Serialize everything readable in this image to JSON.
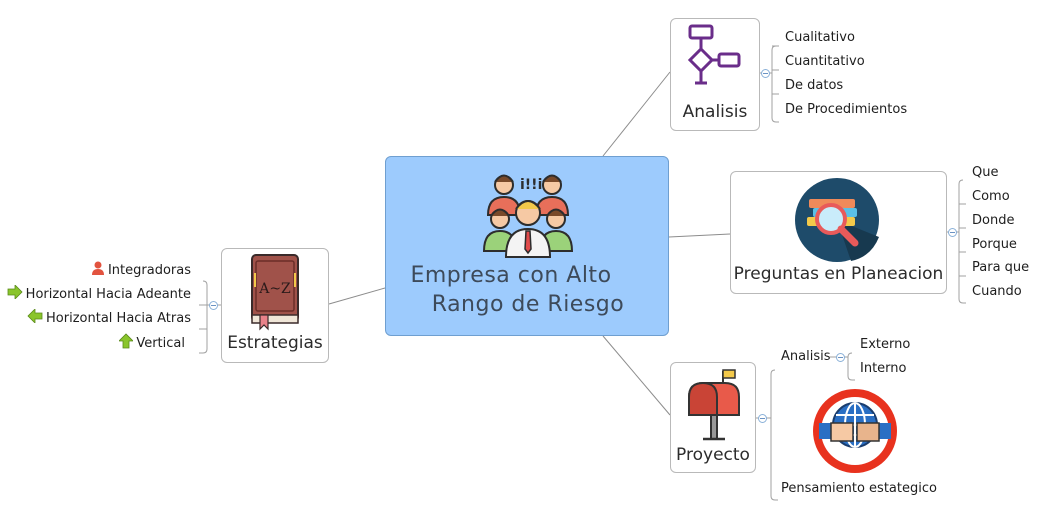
{
  "central": {
    "line1": "Empresa con Alto",
    "line2": "Rango de Riesgo",
    "icon": "team-people-icon",
    "color": "#9dcbfd"
  },
  "analisis": {
    "label": "Analisis",
    "icon": "flowchart-icon",
    "items": [
      "Cualitativo",
      "Cuantitativo",
      "De datos",
      "De Procedimientos"
    ]
  },
  "preguntas": {
    "label": "Preguntas en Planeacion",
    "icon": "books-magnifier-icon",
    "items": [
      "Que",
      "Como",
      "Donde",
      "Porque",
      "Para que",
      "Cuando"
    ]
  },
  "proyecto": {
    "label": "Proyecto",
    "icon": "mailbox-icon",
    "analisis_label": "Analisis",
    "analisis_items": [
      "Externo",
      "Interno"
    ],
    "pensamiento_label": "Pensamiento estategico",
    "pensamiento_icon": "globe-handshake-icon"
  },
  "estrategias": {
    "label": "Estrategias",
    "icon": "dictionary-book-icon",
    "book_text": "A~Z",
    "items": [
      {
        "label": "Integradoras",
        "icon": "person-icon"
      },
      {
        "label": "Horizontal Hacia Adeante",
        "icon": "arrow-right-icon"
      },
      {
        "label": "Horizontal Hacia Atras",
        "icon": "arrow-left-icon"
      },
      {
        "label": "Vertical",
        "icon": "arrow-up-icon"
      }
    ]
  }
}
